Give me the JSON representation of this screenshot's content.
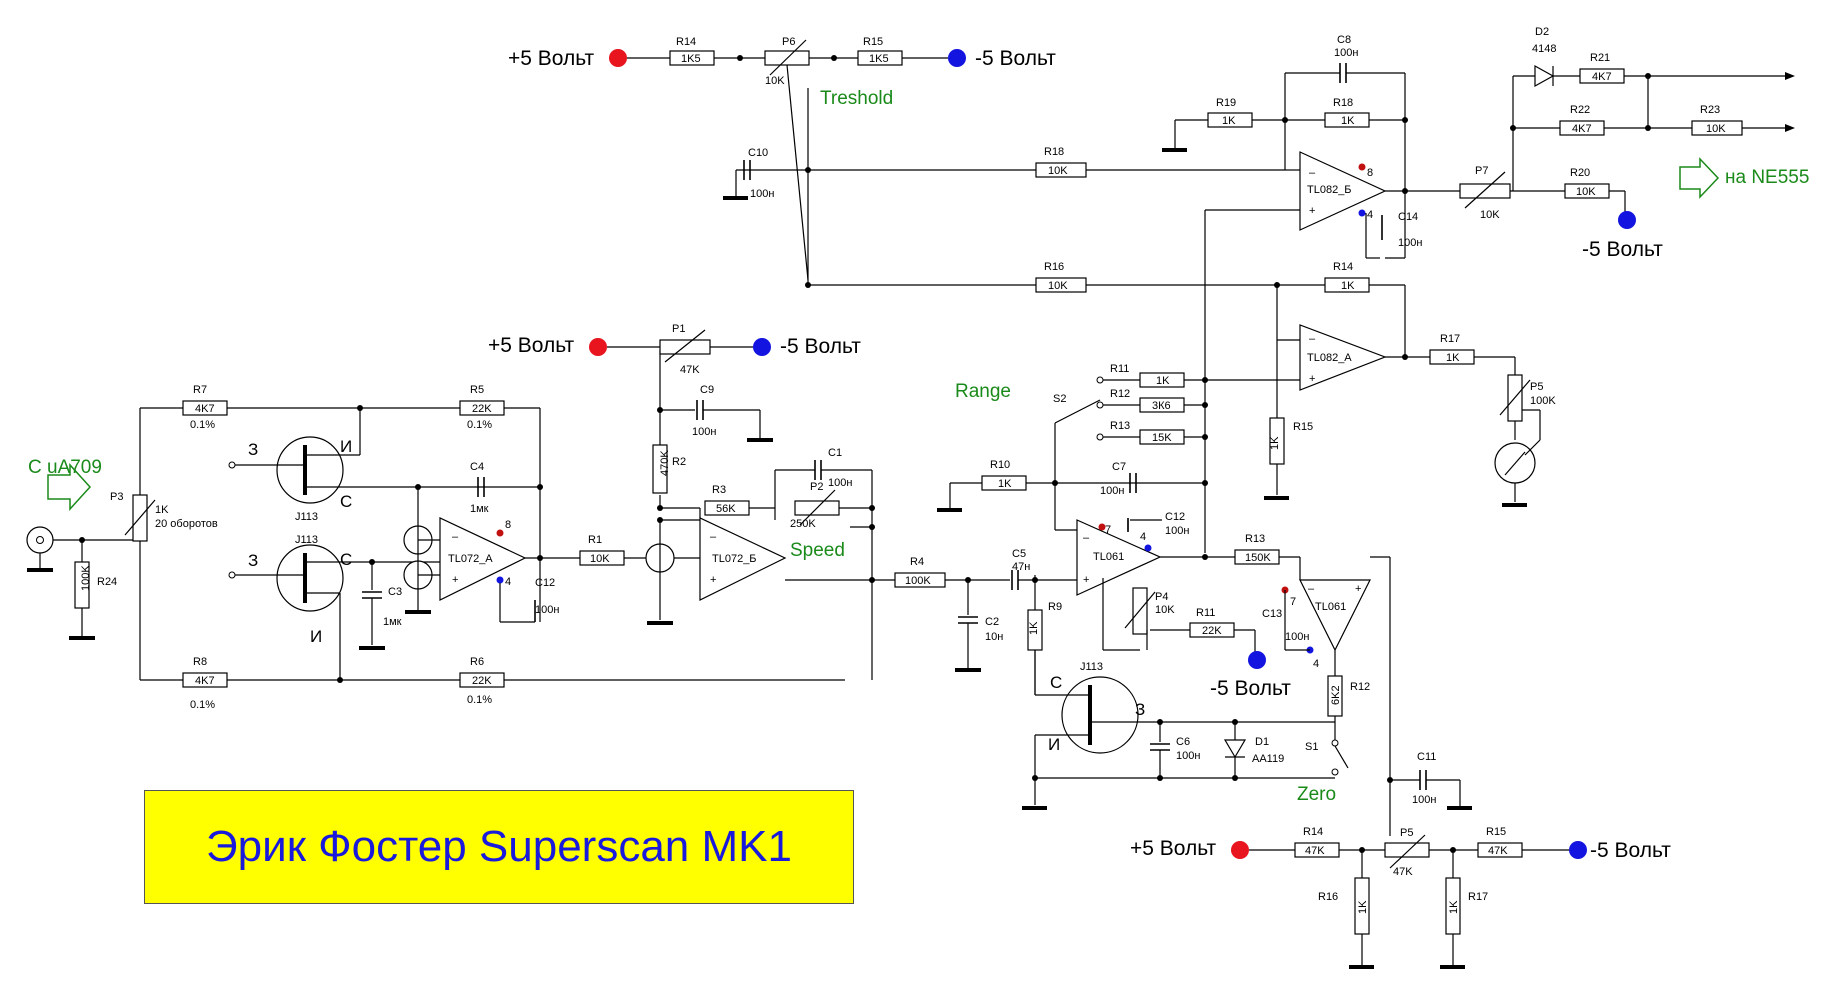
{
  "title": "Эрик Фостер Superscan MK1",
  "colors": {
    "positive": "#e8141e",
    "negative": "#1414e0",
    "note": "#1a8a1a",
    "title_bg": "#ffff00",
    "title_text": "#1a1adc"
  },
  "supply": {
    "plus": "+5 Вольт",
    "minus": "-5 Вольт"
  },
  "notes": {
    "input": "С uA709",
    "output": "на NE555",
    "threshold": "Treshold",
    "speed": "Speed",
    "range": "Range",
    "zero": "Zero"
  },
  "components": {
    "R1": "10K",
    "R2": "470K",
    "R3": "56K",
    "R4": "100K",
    "R5": "22K",
    "R5_tol": "0.1%",
    "R6": "22K",
    "R6_tol": "0.1%",
    "R7": "4K7",
    "R7_tol": "0.1%",
    "R8": "4K7",
    "R8_tol": "0.1%",
    "R9": "1K",
    "R10": "1K",
    "R11a": "1K",
    "R11b": "22K",
    "R12a": "3К6",
    "R12b": "6K2",
    "R13a": "15K",
    "R13b": "150K",
    "R14a": "1K5",
    "R14b": "1K",
    "R14c": "47K",
    "R15a": "1K5",
    "R15b": "1K",
    "R15c": "47K",
    "R16a": "10K",
    "R16b": "1K",
    "R17a": "1K",
    "R17b": "1K",
    "R18a": "10K",
    "R18b": "1K",
    "R19": "1K",
    "R20": "10K",
    "R21": "4K7",
    "R22": "4K7",
    "R23": "10K",
    "R24": "100K",
    "P1": "47K",
    "P2": "250K",
    "P3": "1K",
    "P3_turns": "20 оборотов",
    "P4": "10K",
    "P5a": "100K",
    "P5b": "47K",
    "P6": "10K",
    "P7": "10K",
    "C1": "100н",
    "C2": "10н",
    "C3": "1мк",
    "C4": "1мк",
    "C5": "47н",
    "C6": "100н",
    "C7": "100н",
    "C8": "100н",
    "C9": "100н",
    "C10": "100н",
    "C11": "100н",
    "C12": "100н",
    "C13": "100н",
    "C14": "100н",
    "D1": "AA119",
    "D2": "4148",
    "opamps": {
      "tl072a": "TL072_A",
      "tl072b": "TL072_Б",
      "tl082a": "TL082_A",
      "tl082b": "TL082_Б",
      "tl061": "TL061"
    },
    "fet": "J113",
    "fet_pins": {
      "gate": "З",
      "drain": "С",
      "source": "И"
    },
    "pins": {
      "p8": "8",
      "p4": "4",
      "p7": "7",
      "minus": "–",
      "plus": "+"
    },
    "switches": {
      "s1": "S1",
      "s2": "S2"
    }
  }
}
